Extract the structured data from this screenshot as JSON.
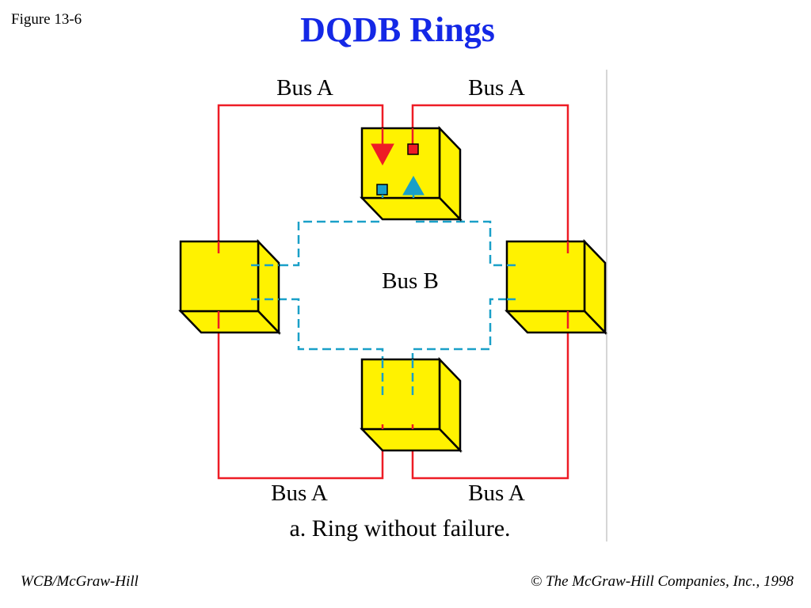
{
  "header": {
    "figure_label": "Figure 13-6",
    "title": "DQDB Rings"
  },
  "diagram": {
    "bus_a_label": "Bus A",
    "bus_b_label": "Bus B",
    "caption": "a. Ring without failure.",
    "colors": {
      "bus_a": "#ee1c25",
      "bus_b": "#1aa0c8",
      "node_fill": "#fff200",
      "panel_border": "#c8c8c8"
    }
  },
  "footer": {
    "publisher": "WCB/McGraw-Hill",
    "copyright": "© The McGraw-Hill Companies, Inc., 1998"
  }
}
